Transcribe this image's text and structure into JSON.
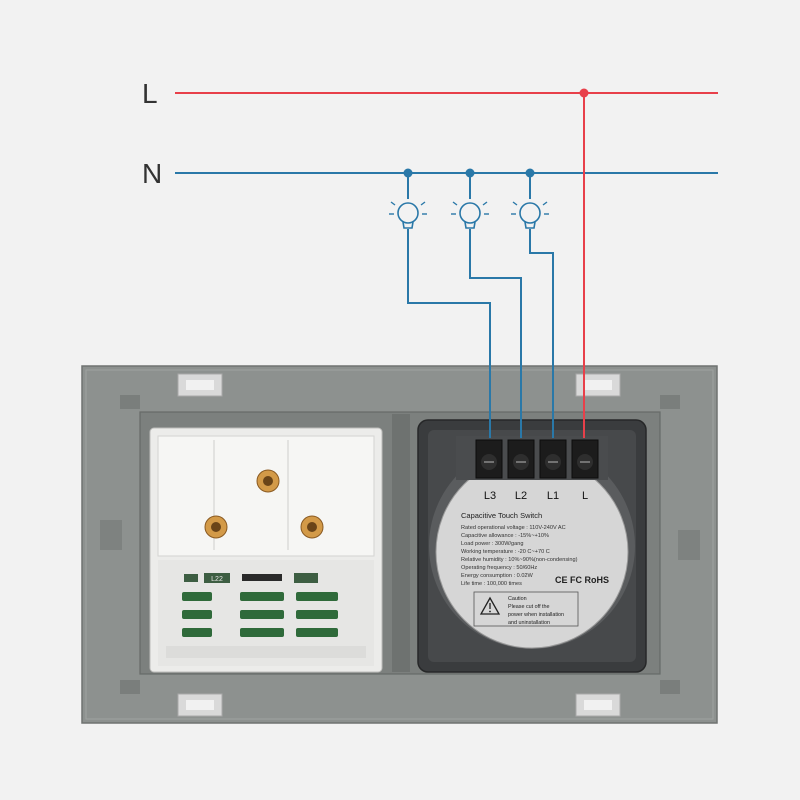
{
  "wires": {
    "live": {
      "label": "L",
      "color": "#e8404a"
    },
    "neutral": {
      "label": "N",
      "color": "#2a78a8"
    }
  },
  "terminals": [
    "L3",
    "L2",
    "L1",
    "L"
  ],
  "label": {
    "title": "Capacitive  Touch Switch",
    "specs": [
      "Rated operational voltage : 110V-240V AC",
      "Capacitive allowance : -15%~+10%",
      "Load power : 300W/gang",
      "Working temperature : -20 C~+70 C",
      "Relative humidity : 10%~90%(non-condensing)",
      "Operating frequency : 50/60Hz",
      "Energy consumption : 0.02W",
      "Life time : 100,000 times"
    ],
    "certifications": "CE  FC  RoHS",
    "caution": [
      "Caution",
      "Please cut off the",
      "power when installation",
      "and uninstallation"
    ]
  },
  "socket_marking": "L22",
  "icons": [
    "bulb-icon",
    "warning-icon"
  ]
}
